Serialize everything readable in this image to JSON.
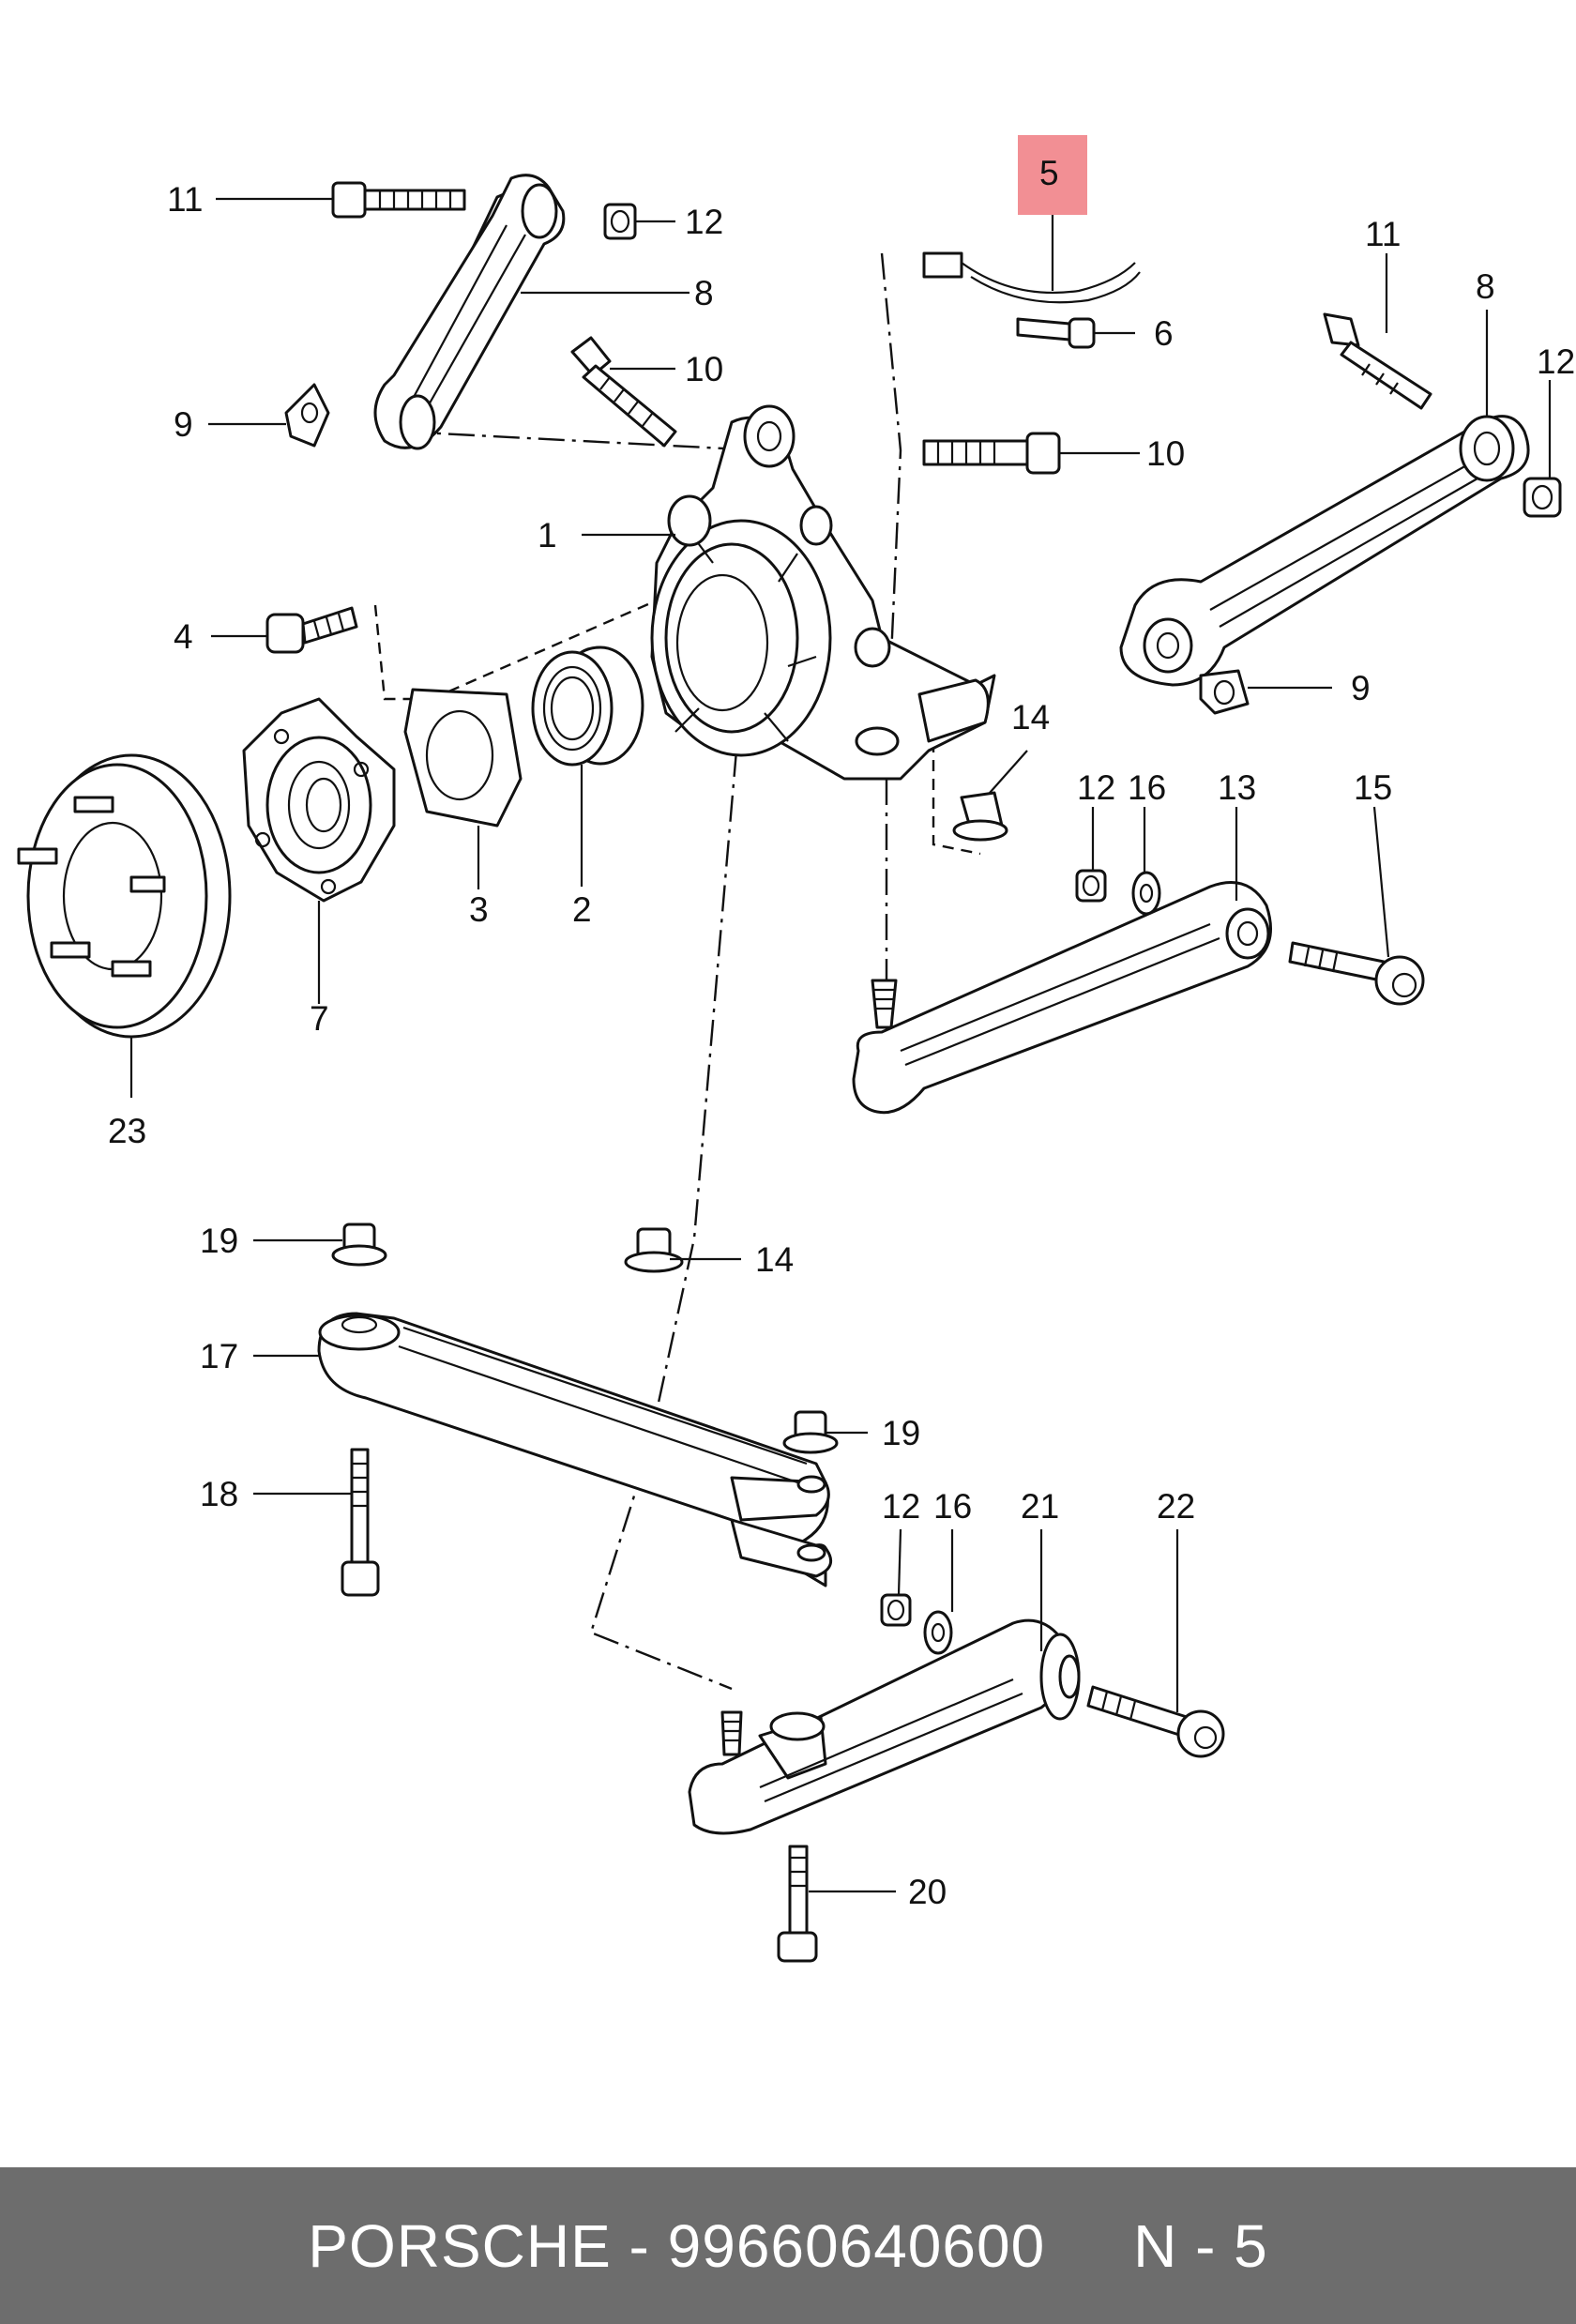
{
  "colors": {
    "highlight": "#f28f94",
    "footer_bg": "#6d6d6d",
    "footer_text": "#ffffff",
    "line": "#111111"
  },
  "callouts": {
    "c11a": "11",
    "c12a": "12",
    "c8a": "8",
    "c10a": "10",
    "c9a": "9",
    "c10b": "10",
    "c1": "1",
    "c4": "4",
    "c3": "3",
    "c2": "2",
    "c7": "7",
    "c23": "23",
    "c5": "5",
    "c6": "6",
    "c11b": "11",
    "c8b": "8",
    "c12b": "12",
    "c9b": "9",
    "c14a": "14",
    "c12c": "12",
    "c16a": "16",
    "c13": "13",
    "c15": "15",
    "c19a": "19",
    "c14b": "14",
    "c17": "17",
    "c19b": "19",
    "c18": "18",
    "c12d": "12",
    "c16b": "16",
    "c21": "21",
    "c22": "22",
    "c20": "20"
  },
  "footer": {
    "brand": "PORSCHE",
    "separator": " - ",
    "part_number": "99660640600",
    "gap": "     ",
    "page_ref": "N - 5"
  }
}
